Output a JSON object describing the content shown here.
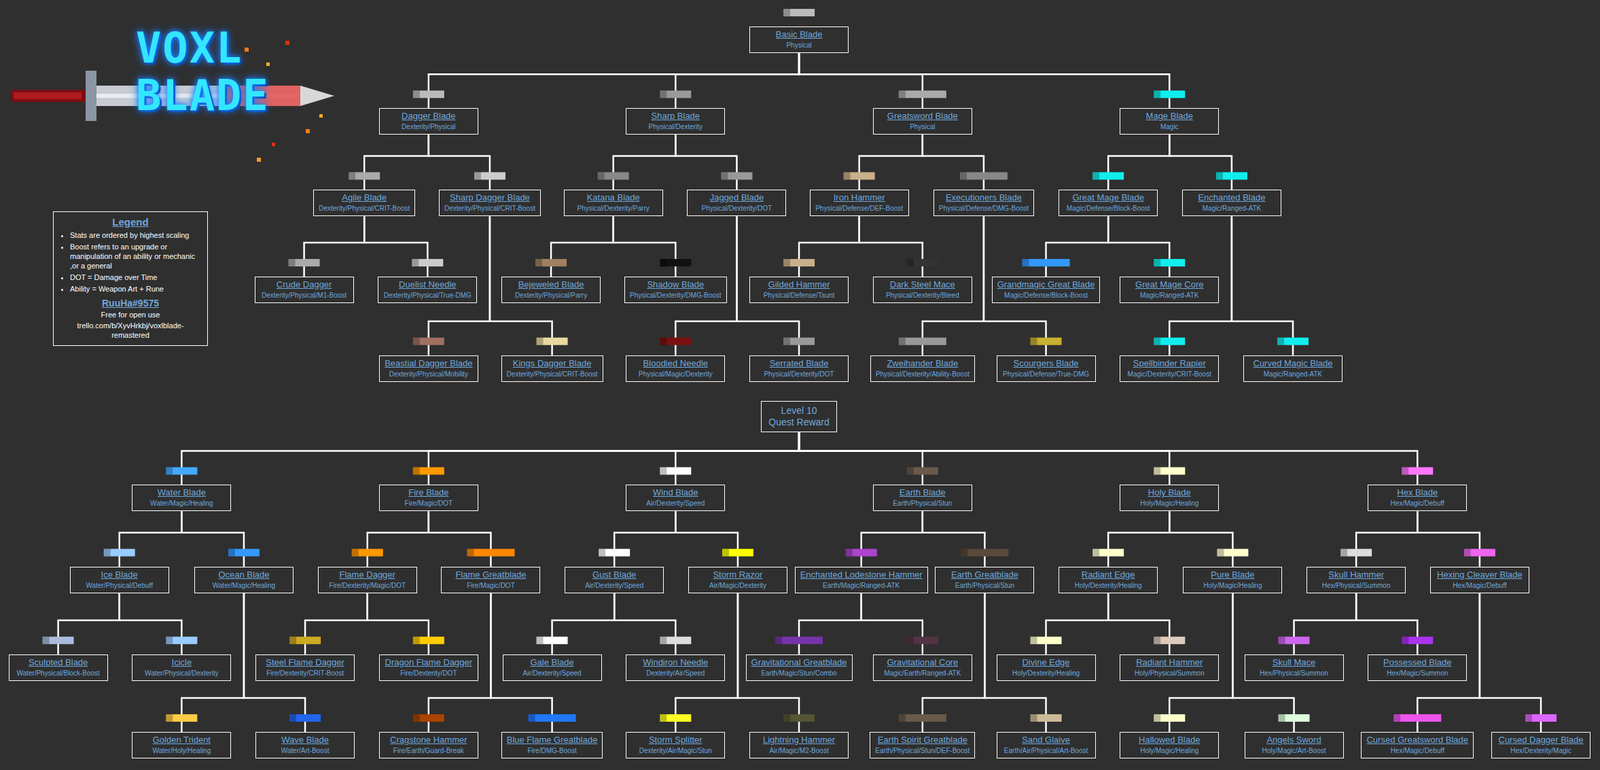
{
  "diagram": {
    "title": "VOXL BLADE",
    "nodes": [
      {
        "text": [
          "Basic Blade",
          "Physical"
        ]
      },
      {
        "text": [
          "Dagger Blade",
          "Dexterity/Physical"
        ]
      },
      {
        "text": [
          "Sharp Blade",
          "Physical/Dexterity"
        ]
      },
      {
        "text": [
          "Greatsword Blade",
          "Physical"
        ]
      },
      {
        "text": [
          "Mage Blade",
          "Magic"
        ]
      },
      {
        "text": [
          "Agile Blade",
          "Dexterity/Physical/CRIT-Boost"
        ]
      },
      {
        "text": [
          "Sharp Dagger Blade",
          "Dexterity/Physical/CRIT-Boost"
        ]
      },
      {
        "text": [
          "Katana Blade",
          "Physical/Dexterity/Parry"
        ]
      },
      {
        "text": [
          "Jagged Blade",
          "Physical/Dexterity/DOT"
        ]
      },
      {
        "text": [
          "Iron Hammer",
          "Physical/Defense/DEF-Boost"
        ]
      },
      {
        "text": [
          "Executioners Blade",
          "Physical/Defense/DMG-Boost"
        ]
      },
      {
        "text": [
          "Great Mage Blade",
          "Magic/Defense/Block-Boost"
        ]
      },
      {
        "text": [
          "Enchanted Blade",
          "Magic/Ranged-ATK"
        ]
      },
      {
        "text": [
          "Crude Dagger",
          "Dexterity/Physical/M1-Boost"
        ]
      },
      {
        "text": [
          "Duelist Needle",
          "Dexterity/Physical/True-DMG"
        ]
      },
      {
        "text": [
          "Bejeweled Blade",
          "Dexterity/Physical/Parry"
        ]
      },
      {
        "text": [
          "Shadow Blade",
          "Physical/Dexterity/DMG-Boost"
        ]
      },
      {
        "text": [
          "Gilded Hammer",
          "Physical/Defense/Taunt"
        ]
      },
      {
        "text": [
          "Dark Steel Mace",
          "Physical/Dexterity/Bleed"
        ]
      },
      {
        "text": [
          "Grandmagic Great Blade",
          "Magic/Defense/Block-Boost"
        ]
      },
      {
        "text": [
          "Great Mage Core",
          "Magic/Ranged-ATK"
        ]
      },
      {
        "text": [
          "Beastial Dagger Blade",
          "Dexterity/Physical/Mobility"
        ]
      },
      {
        "text": [
          "Kings Dagger Blade",
          "Dexterity/Physical/CRIT-Boost"
        ]
      },
      {
        "text": [
          "Bloodied Needle",
          "Physical/Magic/Dexterity"
        ]
      },
      {
        "text": [
          "Serrated Blade",
          "Physical/Dexterity/DOT"
        ]
      },
      {
        "text": [
          "Zweihander Blade",
          "Physical/Dexterity/Ability-Boost"
        ]
      },
      {
        "text": [
          "Scourgers Blade",
          "Physical/Defense/True-DMG"
        ]
      },
      {
        "text": [
          "Spellbinder Rapier",
          "Magic/Dexterity/CRIT-Boost"
        ]
      },
      {
        "text": [
          "Curved Magic Blade",
          "Magic/Ranged-ATK"
        ]
      },
      {
        "text": [
          "Level 10 Quest Reward"
        ]
      },
      {
        "text": [
          "Water Blade",
          "Water/Magic/Healing"
        ]
      },
      {
        "text": [
          "Fire Blade",
          "Fire/Magic/DOT"
        ]
      },
      {
        "text": [
          "Wind Blade",
          "Air/Dexterity/Speed"
        ]
      },
      {
        "text": [
          "Earth Blade",
          "Earth/Physical/Stun"
        ]
      },
      {
        "text": [
          "Holy Blade",
          "Holy/Magic/Healing"
        ]
      },
      {
        "text": [
          "Hex Blade",
          "Hex/Magic/Debuff"
        ]
      },
      {
        "text": [
          "Ice Blade",
          "Water/Physical/Debuff"
        ]
      },
      {
        "text": [
          "Ocean Blade",
          "Water/Magic/Healing"
        ]
      },
      {
        "text": [
          "Flame Dagger",
          "Fire/Dexterity/Magic/DOT"
        ]
      },
      {
        "text": [
          "Flame Greatblade",
          "Fire/Magic/DOT"
        ]
      },
      {
        "text": [
          "Gust Blade",
          "Air/Dexterity/Speed"
        ]
      },
      {
        "text": [
          "Storm Razor",
          "Air/Magic/Dexterity"
        ]
      },
      {
        "text": [
          "Enchanted Lodestone Hammer",
          "Earth/Magic/Ranged-ATK"
        ]
      },
      {
        "text": [
          "Earth Greatblade",
          "Earth/Physical/Stun"
        ]
      },
      {
        "text": [
          "Radiant Edge",
          "Holy/Dexterity/Healing"
        ]
      },
      {
        "text": [
          "Pure Blade",
          "Holy/Magic/Healing"
        ]
      },
      {
        "text": [
          "Skull Hammer",
          "Hex/Physical/Summon"
        ]
      },
      {
        "text": [
          "Hexing Cleaver Blade",
          "Hex/Magic/Debuff"
        ]
      },
      {
        "text": [
          "Sculpted Blade",
          "Water/Physical/Block-Boost"
        ]
      },
      {
        "text": [
          "Icicle",
          "Water/Physical/Dexterity"
        ]
      },
      {
        "text": [
          "Steel Flame Dagger",
          "Fire/Dexterity/CRIT-Boost"
        ]
      },
      {
        "text": [
          "Dragon Flame Dagger",
          "Fire/Dexterity/DOT"
        ]
      },
      {
        "text": [
          "Gale Blade",
          "Air/Dexterity/Speed"
        ]
      },
      {
        "text": [
          "Windiron Needle",
          "Dexterity/Air/Speed"
        ]
      },
      {
        "text": [
          "Gravitational Greatblade",
          "Earth/Magic/Stun/Combo"
        ]
      },
      {
        "text": [
          "Gravitational Core",
          "Magic/Earth/Ranged-ATK"
        ]
      },
      {
        "text": [
          "Divine Edge",
          "Holy/Dexterity/Healing"
        ]
      },
      {
        "text": [
          "Radiant Hammer",
          "Holy/Physical/Summon"
        ]
      },
      {
        "text": [
          "Skull Mace",
          "Hex/Physical/Summon"
        ]
      },
      {
        "text": [
          "Possessed Blade",
          "Hex/Magic/Summon"
        ]
      },
      {
        "text": [
          "Golden Trident",
          "Water/Holy/Healing"
        ]
      },
      {
        "text": [
          "Wave Blade",
          "Water/Art-Boost"
        ]
      },
      {
        "text": [
          "Cragstone Hammer",
          "Fire/Earth/Guard-Break"
        ]
      },
      {
        "text": [
          "Blue Flame Greatblade",
          "Fire/DMG-Boost"
        ]
      },
      {
        "text": [
          "Storm Splitter",
          "Dexterity/Air/Magic/Stun"
        ]
      },
      {
        "text": [
          "Lightning Hammer",
          "Air/Magic/M2-Boost"
        ]
      },
      {
        "text": [
          "Earth Spirit Greatblade",
          "Earth/Physical/Stun/DEF-Boost"
        ]
      },
      {
        "text": [
          "Sand Glaive",
          "Earth/Air/Physical/Art-Boost"
        ]
      },
      {
        "text": [
          "Hallowed Blade",
          "Holy/Magic/Healing"
        ]
      },
      {
        "text": [
          "Angels Sword",
          "Holy/Magic/Art-Boost"
        ]
      },
      {
        "text": [
          "Cursed Greatsword Blade",
          "Hex/Magic/Debuff"
        ]
      },
      {
        "text": [
          "Cursed Dagger Blade",
          "Hex/Dexterity/Magic"
        ]
      },
      {
        "text": [
          "Legend",
          "Stats are ordered by highest scaling",
          "Boost refers to an upgrade or manipulation of an ability or mechanic ,or a general",
          "DOT = Damage over Time",
          "Ability = Weapon Art + Rune",
          "RuuHa#9575",
          "Free for open use",
          "trello.com/b/XyvHrkbj/voxlblade-remastered"
        ]
      }
    ],
    "edges": [
      {
        "from": 0,
        "to": 1,
        "arrow": "none"
      },
      {
        "from": 0,
        "to": 2,
        "arrow": "none"
      },
      {
        "from": 0,
        "to": 3,
        "arrow": "none"
      },
      {
        "from": 0,
        "to": 4,
        "arrow": "none"
      },
      {
        "from": 1,
        "to": 5,
        "arrow": "none"
      },
      {
        "from": 1,
        "to": 6,
        "arrow": "none"
      },
      {
        "from": 2,
        "to": 7,
        "arrow": "none"
      },
      {
        "from": 2,
        "to": 8,
        "arrow": "none"
      },
      {
        "from": 3,
        "to": 9,
        "arrow": "none"
      },
      {
        "from": 3,
        "to": 10,
        "arrow": "none"
      },
      {
        "from": 4,
        "to": 11,
        "arrow": "none"
      },
      {
        "from": 4,
        "to": 12,
        "arrow": "none"
      },
      {
        "from": 5,
        "to": 13,
        "arrow": "none"
      },
      {
        "from": 5,
        "to": 14,
        "arrow": "none"
      },
      {
        "from": 7,
        "to": 15,
        "arrow": "none"
      },
      {
        "from": 7,
        "to": 16,
        "arrow": "none"
      },
      {
        "from": 9,
        "to": 17,
        "arrow": "none"
      },
      {
        "from": 9,
        "to": 18,
        "arrow": "none"
      },
      {
        "from": 11,
        "to": 19,
        "arrow": "none"
      },
      {
        "from": 11,
        "to": 20,
        "arrow": "none"
      },
      {
        "from": 6,
        "to": 21,
        "arrow": "none"
      },
      {
        "from": 6,
        "to": 22,
        "arrow": "none"
      },
      {
        "from": 8,
        "to": 23,
        "arrow": "none"
      },
      {
        "from": 8,
        "to": 24,
        "arrow": "none"
      },
      {
        "from": 10,
        "to": 25,
        "arrow": "none"
      },
      {
        "from": 10,
        "to": 26,
        "arrow": "none"
      },
      {
        "from": 12,
        "to": 27,
        "arrow": "none"
      },
      {
        "from": 12,
        "to": 28,
        "arrow": "none"
      },
      {
        "from": 29,
        "to": 30,
        "arrow": "none"
      },
      {
        "from": 29,
        "to": 31,
        "arrow": "none"
      },
      {
        "from": 29,
        "to": 32,
        "arrow": "none"
      },
      {
        "from": 29,
        "to": 33,
        "arrow": "none"
      },
      {
        "from": 29,
        "to": 34,
        "arrow": "none"
      },
      {
        "from": 29,
        "to": 35,
        "arrow": "none"
      },
      {
        "from": 30,
        "to": 36,
        "arrow": "none"
      },
      {
        "from": 30,
        "to": 37,
        "arrow": "none"
      },
      {
        "from": 31,
        "to": 38,
        "arrow": "none"
      },
      {
        "from": 31,
        "to": 39,
        "arrow": "none"
      },
      {
        "from": 32,
        "to": 40,
        "arrow": "none"
      },
      {
        "from": 32,
        "to": 41,
        "arrow": "none"
      },
      {
        "from": 33,
        "to": 42,
        "arrow": "none"
      },
      {
        "from": 33,
        "to": 43,
        "arrow": "none"
      },
      {
        "from": 34,
        "to": 44,
        "arrow": "none"
      },
      {
        "from": 34,
        "to": 45,
        "arrow": "none"
      },
      {
        "from": 35,
        "to": 46,
        "arrow": "none"
      },
      {
        "from": 35,
        "to": 47,
        "arrow": "none"
      },
      {
        "from": 36,
        "to": 48,
        "arrow": "none"
      },
      {
        "from": 36,
        "to": 49,
        "arrow": "none"
      },
      {
        "from": 38,
        "to": 50,
        "arrow": "none"
      },
      {
        "from": 38,
        "to": 51,
        "arrow": "none"
      },
      {
        "from": 40,
        "to": 52,
        "arrow": "none"
      },
      {
        "from": 40,
        "to": 53,
        "arrow": "none"
      },
      {
        "from": 42,
        "to": 54,
        "arrow": "none"
      },
      {
        "from": 42,
        "to": 55,
        "arrow": "none"
      },
      {
        "from": 44,
        "to": 56,
        "arrow": "none"
      },
      {
        "from": 44,
        "to": 57,
        "arrow": "none"
      },
      {
        "from": 46,
        "to": 58,
        "arrow": "none"
      },
      {
        "from": 46,
        "to": 59,
        "arrow": "none"
      },
      {
        "from": 37,
        "to": 60,
        "arrow": "none"
      },
      {
        "from": 37,
        "to": 61,
        "arrow": "none"
      },
      {
        "from": 39,
        "to": 62,
        "arrow": "none"
      },
      {
        "from": 39,
        "to": 63,
        "arrow": "none"
      },
      {
        "from": 41,
        "to": 64,
        "arrow": "none"
      },
      {
        "from": 41,
        "to": 65,
        "arrow": "none"
      },
      {
        "from": 43,
        "to": 66,
        "arrow": "none"
      },
      {
        "from": 43,
        "to": 67,
        "arrow": "none"
      },
      {
        "from": 45,
        "to": 68,
        "arrow": "none"
      },
      {
        "from": 45,
        "to": 69,
        "arrow": "none"
      },
      {
        "from": 47,
        "to": 70,
        "arrow": "none"
      },
      {
        "from": 47,
        "to": 71,
        "arrow": "none"
      }
    ]
  }
}
